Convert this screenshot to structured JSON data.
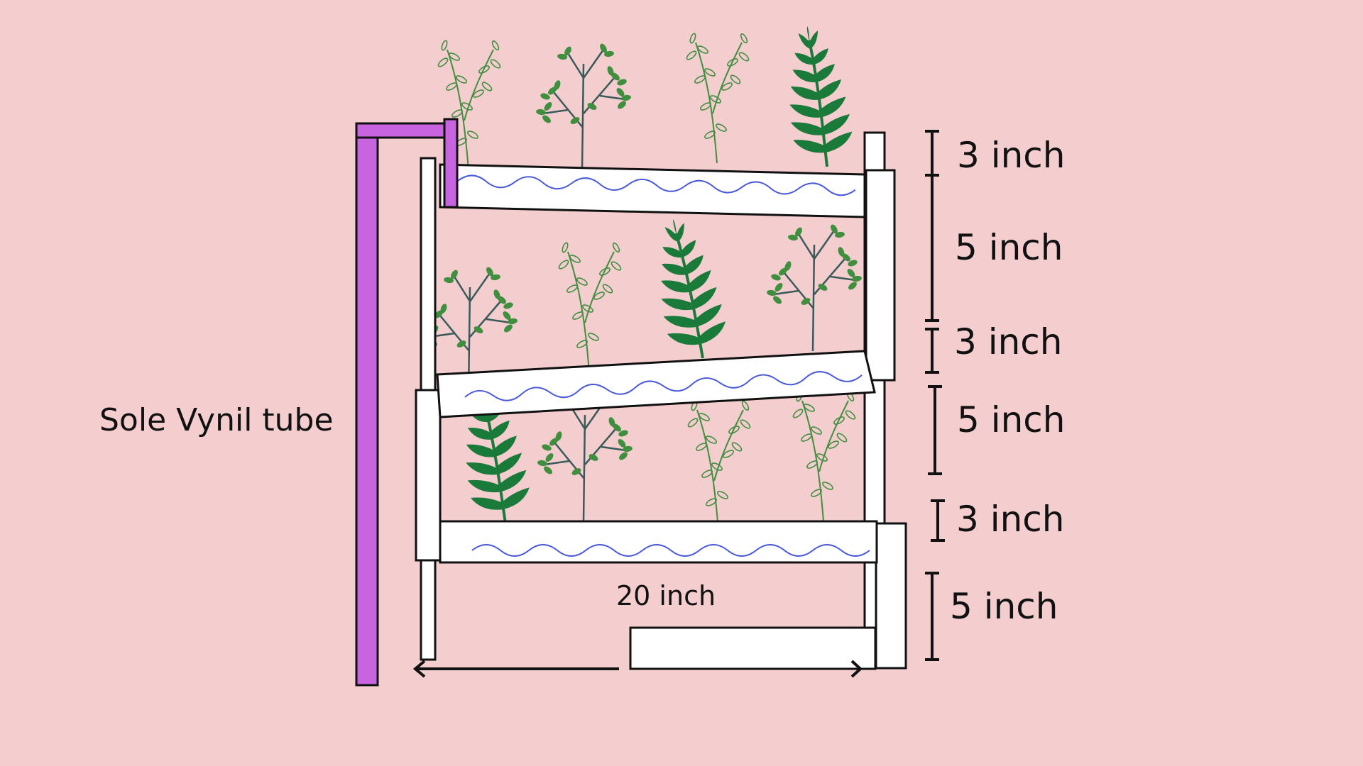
{
  "labels": {
    "tube": "Sole Vynil tube",
    "width": "20 inch"
  },
  "dimensions": [
    "3 inch",
    "5 inch",
    "3 inch",
    "5 inch",
    "3 inch",
    "5 inch"
  ],
  "colors": {
    "background": "#f4cdcf",
    "tube": "#c864e0",
    "water": "#4a5ad8",
    "leaf_light": "#3f8f3f",
    "leaf_dark": "#1a7a3a",
    "frame": "#ffffff",
    "outline": "#111111"
  },
  "icons": [
    "fern-icon",
    "herb-icon",
    "sprig-icon"
  ]
}
